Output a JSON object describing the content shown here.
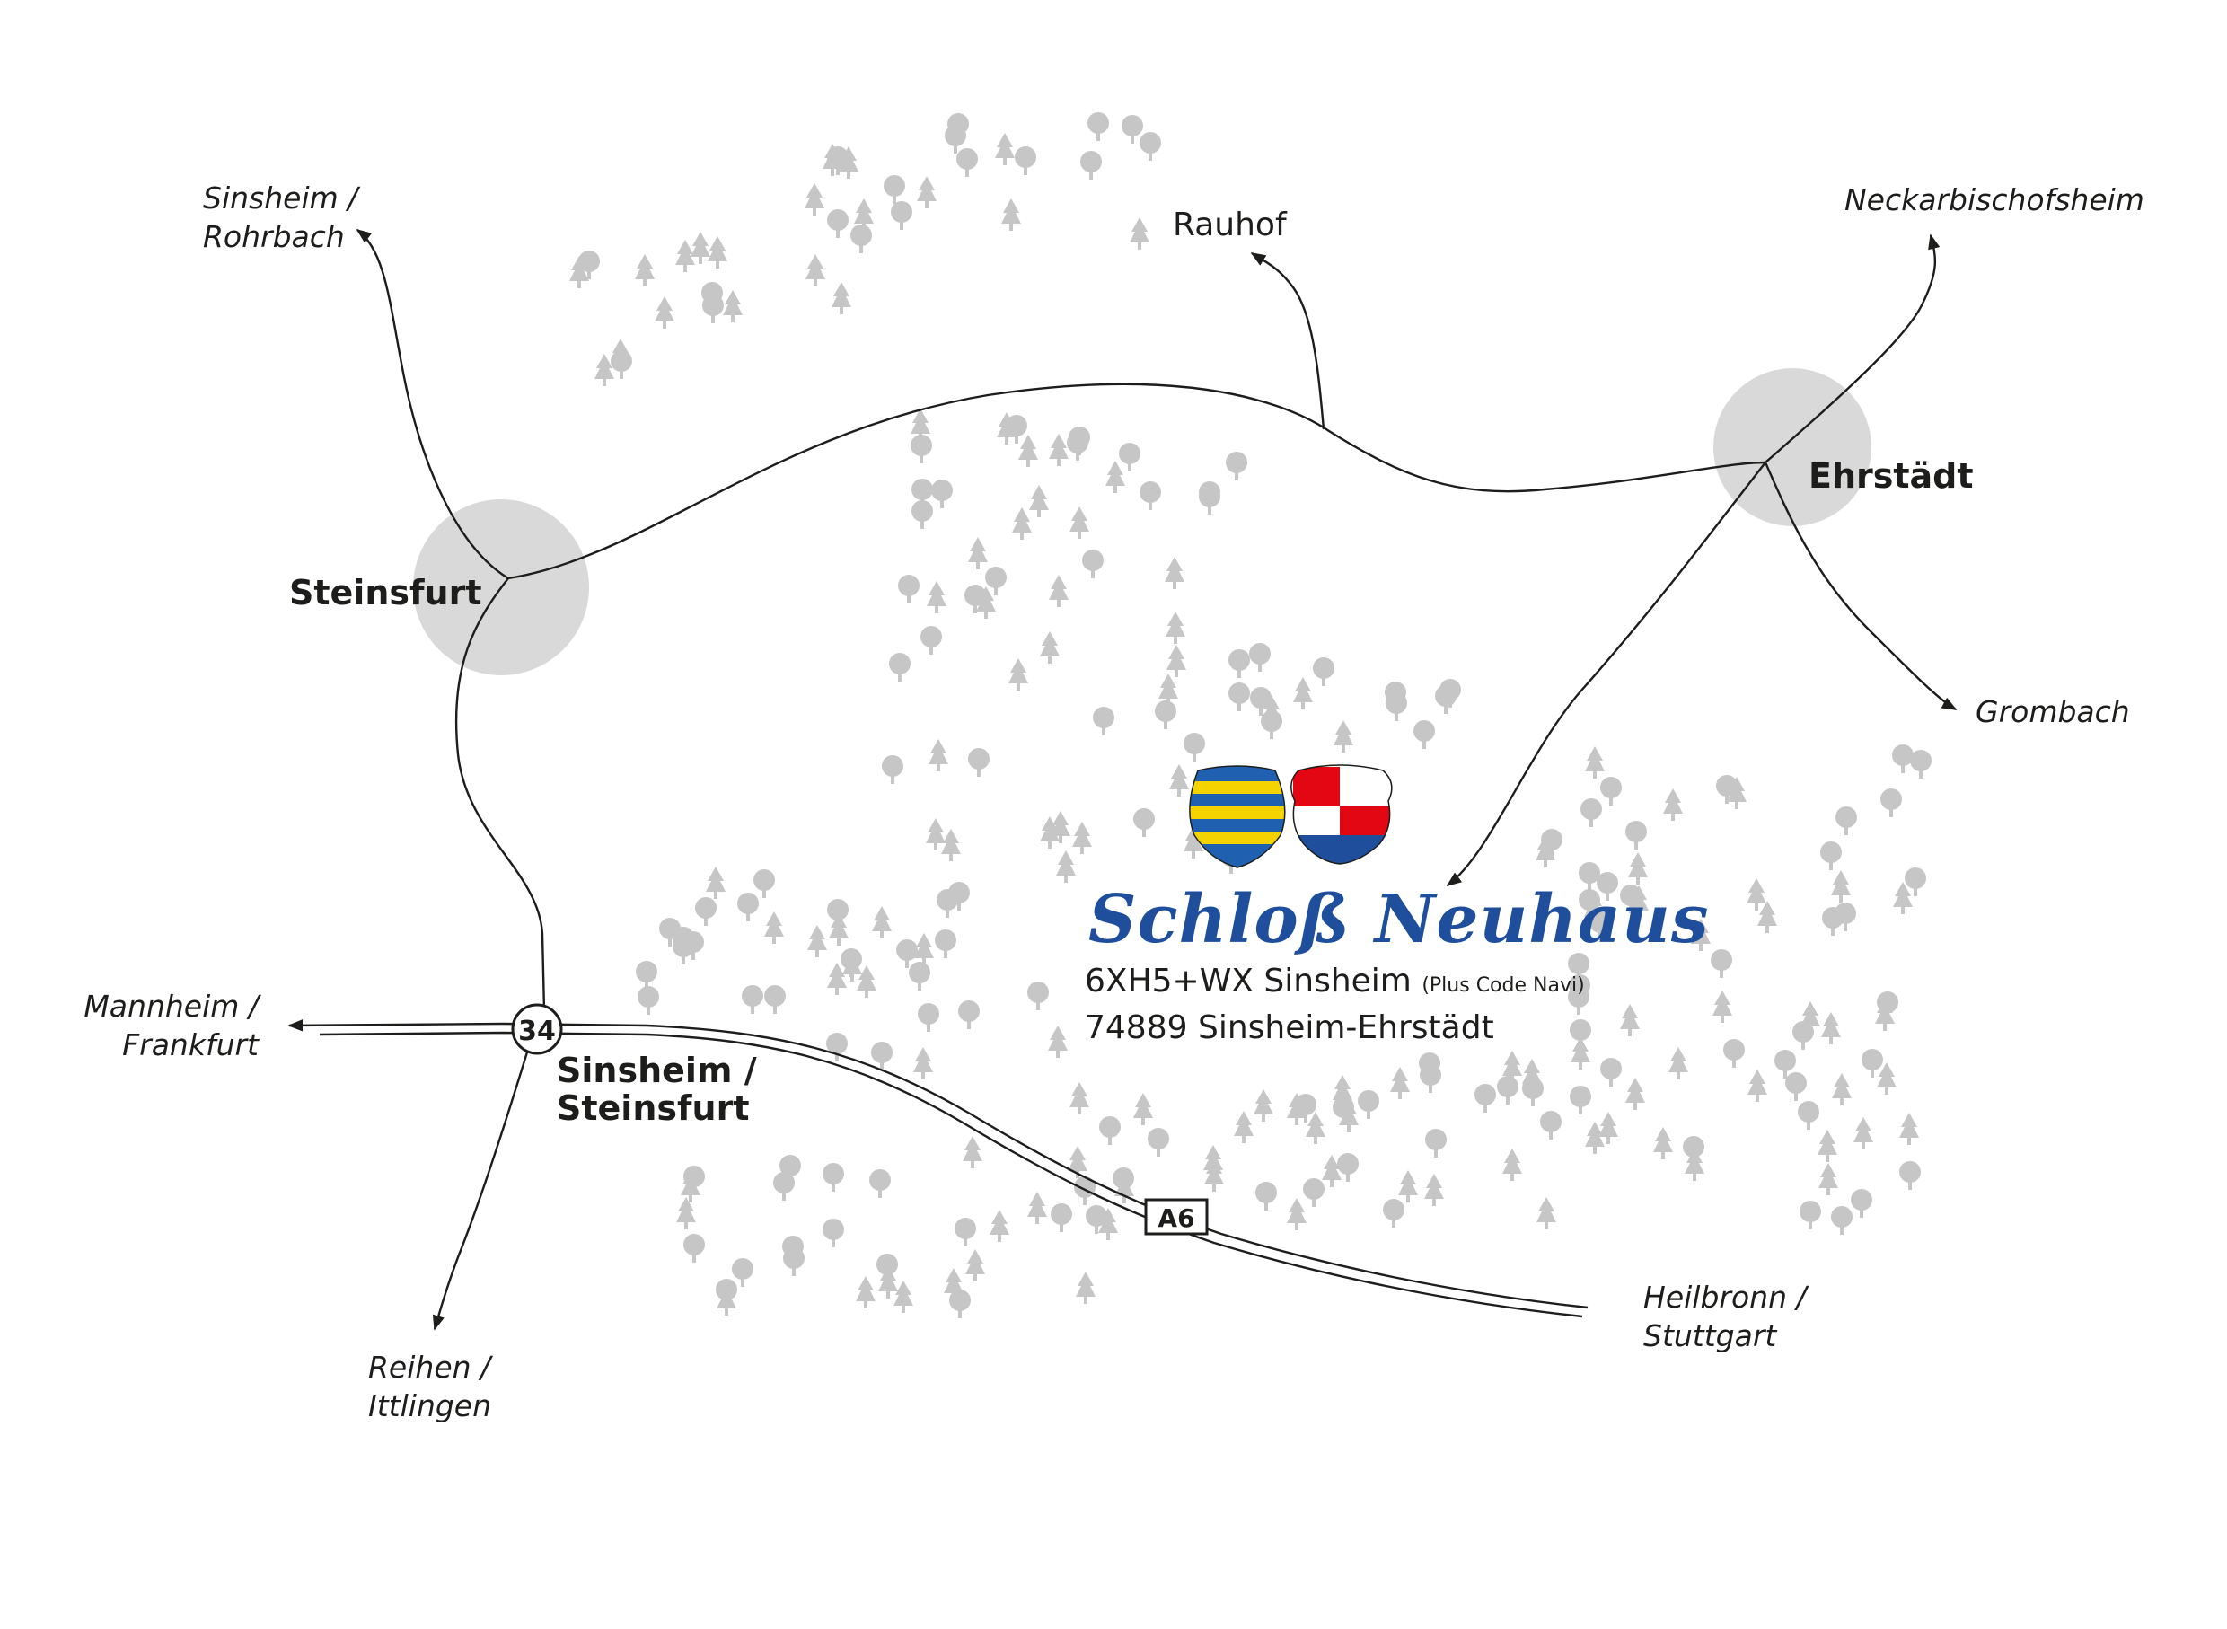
{
  "towns": {
    "steinsfurt": "Steinsfurt",
    "ehrstaedt": "Ehrstädt",
    "sinsheim_steinsfurt": [
      "Sinsheim /",
      "Steinsfurt"
    ]
  },
  "destinations": {
    "sinsheim_rohrbach": [
      "Sinsheim /",
      "Rohrbach"
    ],
    "rauhof": "Rauhof",
    "neckarbischofsheim": "Neckarbischofsheim",
    "grombach": "Grombach",
    "mannheim_frankfurt": [
      "Mannheim /",
      "Frankfurt"
    ],
    "reihen_ittlingen": [
      "Reihen /",
      "Ittlingen"
    ],
    "heilbronn_stuttgart": [
      "Heilbronn /",
      "Stuttgart"
    ]
  },
  "road_signs": {
    "federal_road": "34",
    "motorway": "A6"
  },
  "venue": {
    "name": "Schloß Neuhaus",
    "plus_code": "6XH5+WX Sinsheim",
    "plus_code_note": "(Plus Code Navi)",
    "postal_address": "74889 Sinsheim-Ehrstädt"
  },
  "colors": {
    "tree": "#c6c6c6",
    "town_circle": "#d9d9d9",
    "road": "#1d1d1b",
    "brand_blue": "#1f4f9c",
    "crest_yellow": "#f5d300",
    "crest_red": "#e30613"
  }
}
